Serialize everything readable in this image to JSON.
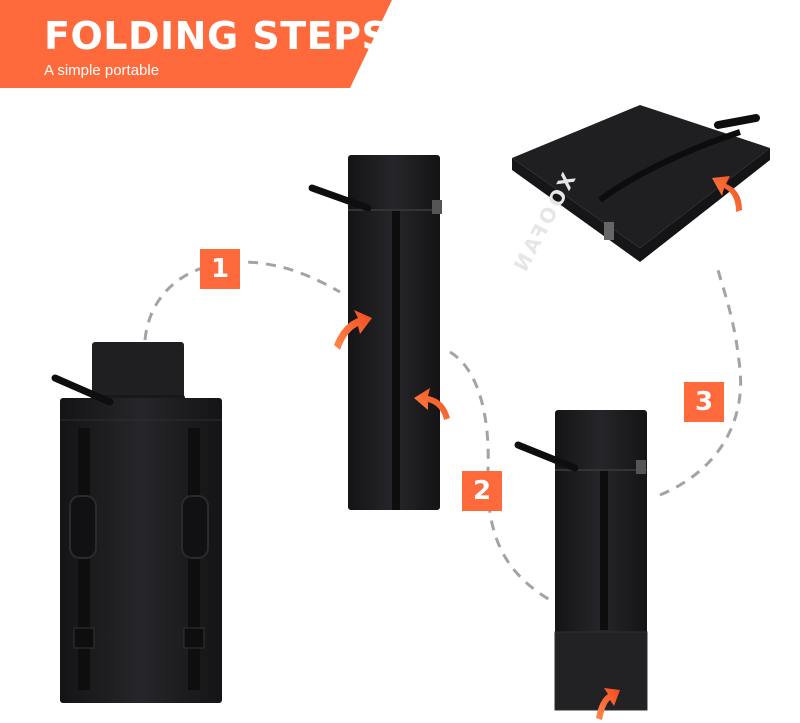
{
  "banner": {
    "title": "FOLDING STEPS",
    "subtitle": "A simple portable"
  },
  "steps": [
    {
      "number": "1"
    },
    {
      "number": "2"
    },
    {
      "number": "3"
    }
  ],
  "brand": {
    "logo_text": "XOOFAN"
  },
  "colors": {
    "accent": "#FF6A3D",
    "bag": "#1c1c1e",
    "bag_edge": "#2c2c2e",
    "strap": "#0e0e0f",
    "dash": "#a3a3a3"
  },
  "icons": [
    "curved-arrow-icon",
    "dashed-path-icon"
  ]
}
